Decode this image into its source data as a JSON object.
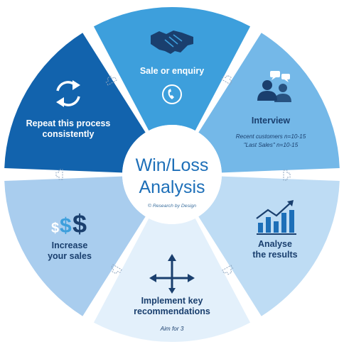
{
  "center": {
    "title_line1": "Win/Loss",
    "title_line2": "Analysis",
    "credit": "© Research by Design",
    "title_color": "#1d6fb8"
  },
  "segments": [
    {
      "id": "sale",
      "label": "Sale or enquiry",
      "label2": "",
      "sub1": "",
      "sub2": "",
      "fill": "#3d9fdc",
      "text_color": "#ffffff",
      "icon": "handshake-icon",
      "icon2": "phone-icon"
    },
    {
      "id": "interview",
      "label": "Interview",
      "label2": "",
      "sub1": "Recent customers n=10-15",
      "sub2": "\"Last Sales\" n=10-15",
      "fill": "#74b8e8",
      "text_color": "#1a3f6e",
      "icon": "people-chat-icon"
    },
    {
      "id": "analyse",
      "label": "Analyse",
      "label2": "the results",
      "sub1": "",
      "sub2": "",
      "fill": "#bedcf4",
      "text_color": "#1a3f6e",
      "icon": "bar-chart-icon"
    },
    {
      "id": "implement",
      "label": "Implement key",
      "label2": "recommendations",
      "sub1": "Aim for 3",
      "sub2": "",
      "fill": "#e3f0fb",
      "text_color": "#1a3f6e",
      "icon": "arrows-icon"
    },
    {
      "id": "increase",
      "label": "Increase",
      "label2": "your sales",
      "sub1": "",
      "sub2": "",
      "fill": "#a9cdee",
      "text_color": "#1a3f6e",
      "icon": "dollar-icon"
    },
    {
      "id": "repeat",
      "label": "Repeat this process",
      "label2": "consistently",
      "sub1": "",
      "sub2": "",
      "fill": "#1263ad",
      "text_color": "#ffffff",
      "icon": "refresh-icon"
    }
  ],
  "dollar": {
    "small": "$",
    "mid": "$",
    "big": "$"
  },
  "colors": {
    "dark_icon": "#1a3f6e",
    "connector": "#8fa6bf",
    "center_fill": "#ffffff"
  }
}
